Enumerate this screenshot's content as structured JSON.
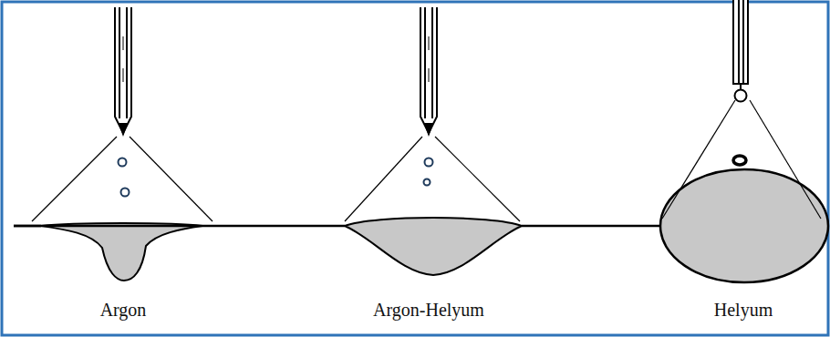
{
  "diagram": {
    "labels": [
      "Argon",
      "Argon-Helyum",
      "Helyum"
    ]
  }
}
